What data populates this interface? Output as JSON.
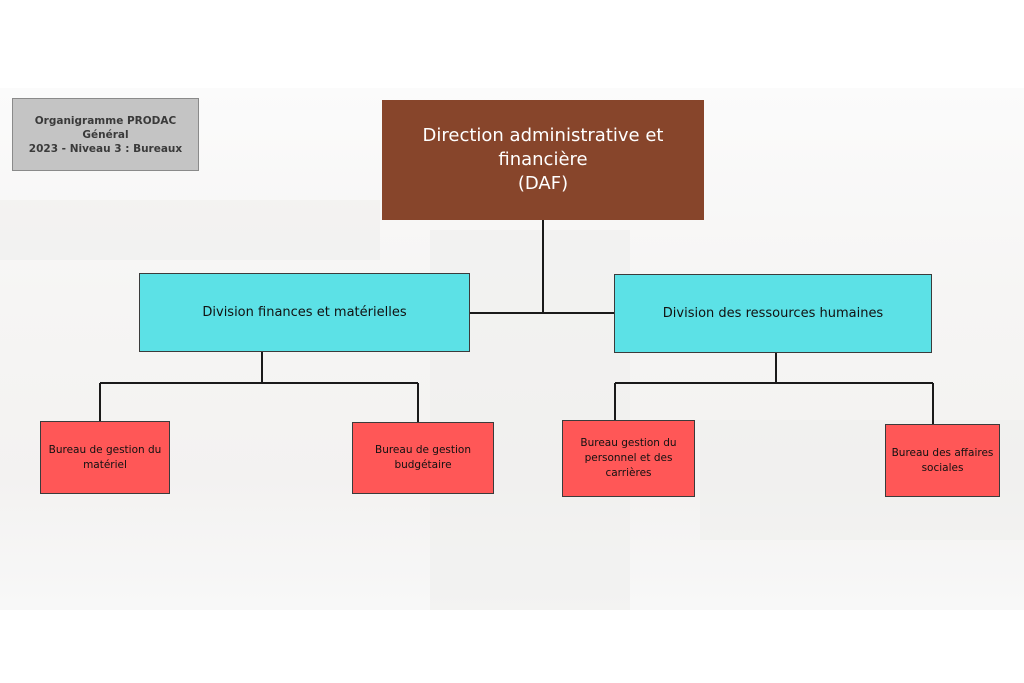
{
  "header": {
    "title_lines": [
      "Organigramme PRODAC",
      "Général",
      "2023 - Niveau 3 : Bureaux"
    ]
  },
  "direction": {
    "lines": [
      "Direction administrative et",
      "financière",
      "(DAF)"
    ]
  },
  "divisions": [
    {
      "label": "Division finances et matérielles"
    },
    {
      "label": "Division des ressources humaines"
    }
  ],
  "bureaux": [
    {
      "lines": [
        "Bureau de gestion du",
        "matériel"
      ]
    },
    {
      "lines": [
        "Bureau de gestion",
        "budgétaire"
      ]
    },
    {
      "lines": [
        "Bureau gestion du",
        "personnel et des",
        "carrières"
      ]
    },
    {
      "lines": [
        "Bureau des affaires",
        "sociales"
      ]
    }
  ],
  "colors": {
    "direction": "#87452b",
    "division": "#5ce1e6",
    "bureau": "#ff5757",
    "title_box": "#c4c4c4",
    "connector": "#1a1a1a"
  }
}
